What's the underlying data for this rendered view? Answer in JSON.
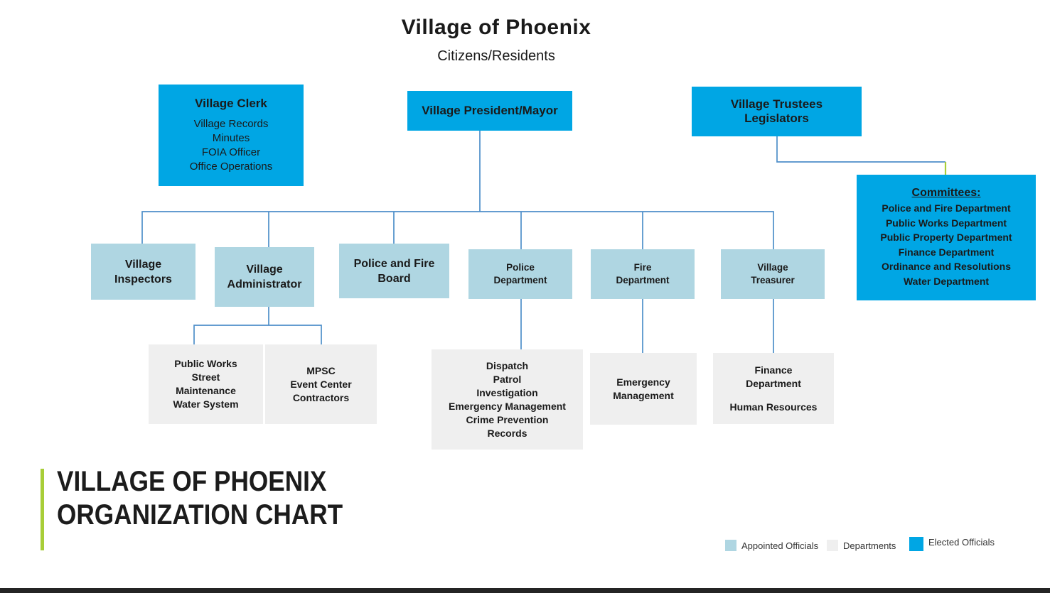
{
  "header": {
    "title": "Village of Phoenix",
    "subtitle": "Citizens/Residents"
  },
  "nodes": {
    "village_clerk": {
      "title": "Village Clerk",
      "items": [
        "Village Records",
        "Minutes",
        "FOIA Officer",
        "Office Operations"
      ]
    },
    "village_president": {
      "title": "Village President/Mayor"
    },
    "village_trustees": {
      "line1": "Village Trustees",
      "line2": "Legislators"
    },
    "committees": {
      "title": "Committees:",
      "items": [
        "Police and Fire Department",
        "Public Works Department",
        "Public Property Department",
        "Finance Department",
        "Ordinance and Resolutions",
        "Water Department"
      ]
    },
    "village_inspectors": {
      "title": "Village Inspectors"
    },
    "village_administrator": {
      "title": "Village Administrator"
    },
    "police_fire_board": {
      "title": "Police and Fire Board"
    },
    "police_department": {
      "title": "Police Department"
    },
    "fire_department": {
      "title": "Fire Department"
    },
    "village_treasurer": {
      "title": "Village Treasurer"
    },
    "public_works": {
      "items": [
        "Public Works",
        "Street",
        "Maintenance",
        "Water System"
      ]
    },
    "mpsc": {
      "items": [
        "MPSC",
        "Event Center",
        "Contractors"
      ]
    },
    "police_divisions": {
      "items": [
        "Dispatch",
        "Patrol",
        "Investigation",
        "Emergency Management",
        "Crime Prevention",
        "Records"
      ]
    },
    "emergency_management": {
      "title": "Emergency Management"
    },
    "treasurer_departments": {
      "items": [
        "Finance Department",
        "Human Resources"
      ]
    }
  },
  "footer": {
    "line1": "VILLAGE OF PHOENIX",
    "line2": "ORGANIZATION CHART"
  },
  "legend": {
    "appointed": {
      "label": "Appointed Officials",
      "color": "#AFD6E2"
    },
    "departments": {
      "label": "Departments",
      "color": "#EFEFEF"
    },
    "elected": {
      "label": "Elected Officials",
      "color": "#00A6E4"
    }
  },
  "colors": {
    "elected": "#00A6E4",
    "appointed": "#AFD6E2",
    "department": "#EFEFEF",
    "connector": "#4E8FC9",
    "accent_green": "#A8CE38",
    "footer_bar": "#242424",
    "text": "#1A1A1A"
  }
}
